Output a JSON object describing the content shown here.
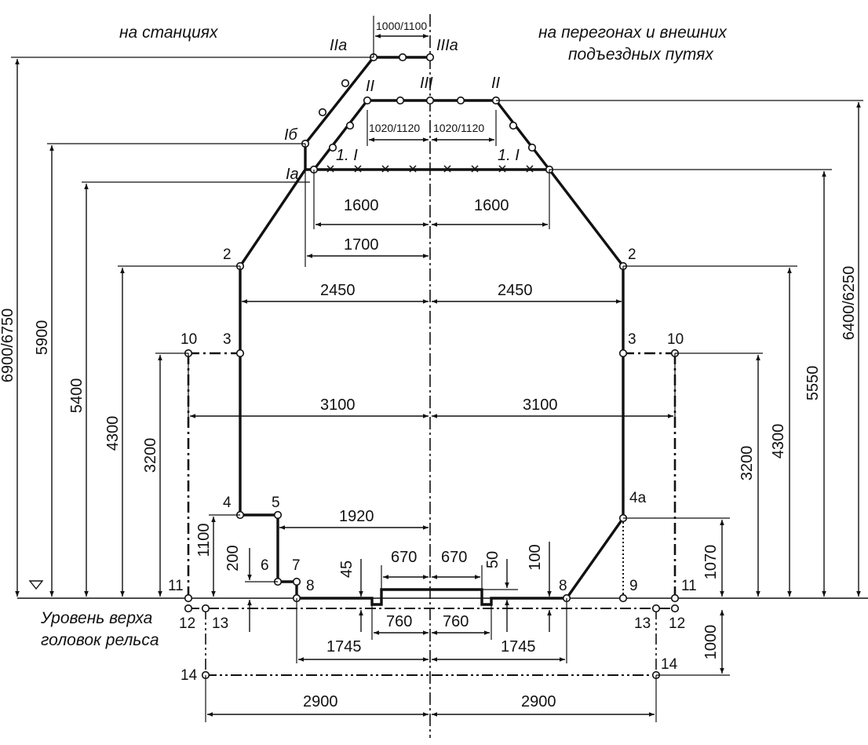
{
  "headings": {
    "left": "на станциях",
    "right_line1": "на перегонах и внешних",
    "right_line2": "подъездных путях",
    "rail_line1": "Уровень верха",
    "rail_line2": "головок рельса"
  },
  "roman_labels": {
    "IIa": "IIa",
    "IIIa": "IIIa",
    "II": "II",
    "III": "III",
    "Ib": "Iб",
    "Ia": "Ia",
    "one_I": "1. I"
  },
  "point_labels": {
    "p2": "2",
    "p3": "3",
    "p4": "4",
    "p4a": "4a",
    "p5": "5",
    "p6": "6",
    "p7": "7",
    "p8": "8",
    "p9": "9",
    "p10": "10",
    "p11": "11",
    "p12": "12",
    "p13": "13",
    "p14": "14"
  },
  "horizontal_dimensions": {
    "d1000_1100": "1000/1100",
    "d1020_1120": "1020/1120",
    "d1600": "1600",
    "d1700": "1700",
    "d2450": "2450",
    "d3100": "3100",
    "d1920": "1920",
    "d670": "670",
    "d760": "760",
    "d1745": "1745",
    "d2900": "2900"
  },
  "vertical_dimensions": {
    "d6900_6750": "6900/6750",
    "d5900": "5900",
    "d5400": "5400",
    "d4300": "4300",
    "d3200": "3200",
    "d1100": "1100",
    "d200": "200",
    "d45": "45",
    "d50": "50",
    "d100": "100",
    "d1070": "1070",
    "d1000": "1000",
    "d5550": "5550",
    "d6400_6250": "6400/6250"
  },
  "colors": {
    "line": "#111111",
    "background": "#ffffff"
  }
}
